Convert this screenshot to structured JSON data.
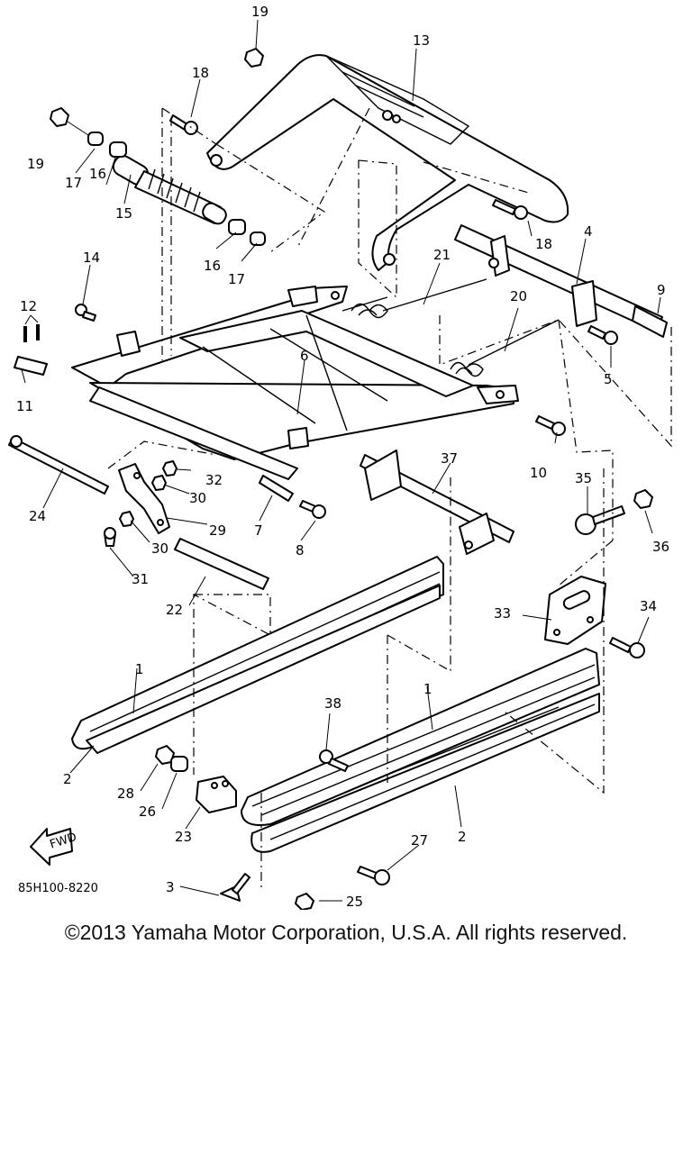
{
  "diagram": {
    "drawing_code": "85H100-8220",
    "fwd_label": "FWD",
    "callouts": {
      "c1a": "1",
      "c1b": "1",
      "c2a": "2",
      "c2b": "2",
      "c3": "3",
      "c4": "4",
      "c5": "5",
      "c6": "6",
      "c7": "7",
      "c8": "8",
      "c9": "9",
      "c10": "10",
      "c11": "11",
      "c12": "12",
      "c13": "13",
      "c14": "14",
      "c15": "15",
      "c16a": "16",
      "c16b": "16",
      "c17a": "17",
      "c17b": "17",
      "c18a": "18",
      "c18b": "18",
      "c19a": "19",
      "c19b": "19",
      "c20": "20",
      "c21": "21",
      "c22": "22",
      "c23": "23",
      "c24": "24",
      "c25": "25",
      "c26": "26",
      "c27": "27",
      "c28": "28",
      "c29": "29",
      "c30a": "30",
      "c30b": "30",
      "c31": "31",
      "c32": "32",
      "c33": "33",
      "c34": "34",
      "c35": "35",
      "c36": "36",
      "c37": "37",
      "c38": "38"
    }
  },
  "footer": {
    "copyright": "©2013 Yamaha Motor Corporation, U.S.A. All rights reserved."
  }
}
